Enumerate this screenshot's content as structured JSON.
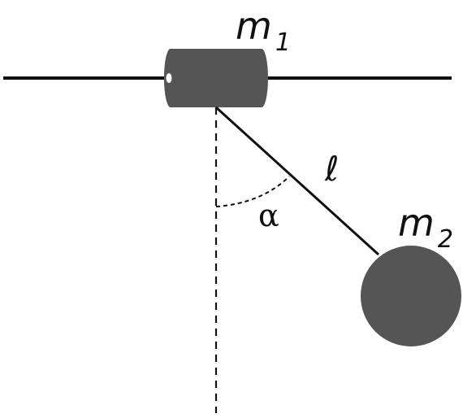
{
  "labels": {
    "mass1": "m",
    "mass1_sub": "1",
    "mass2": "m",
    "mass2_sub": "2",
    "length": "ℓ",
    "angle": "α"
  },
  "colors": {
    "body_fill": "#555555",
    "line": "#111111",
    "background": "#ffffff"
  }
}
